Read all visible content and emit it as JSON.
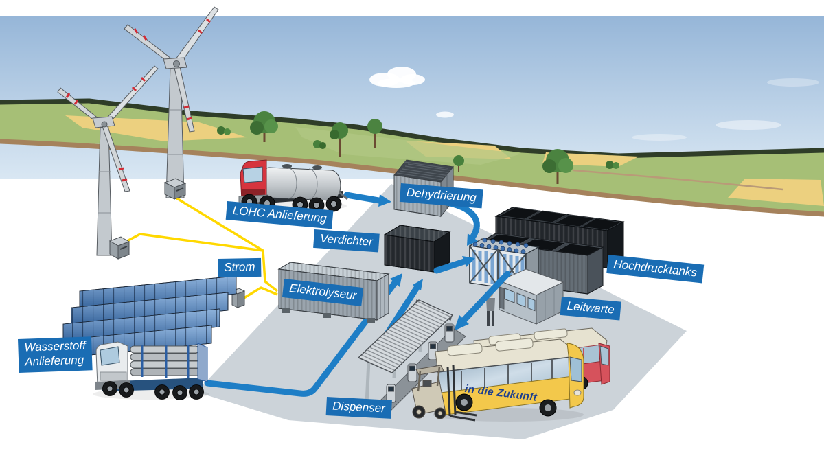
{
  "labels": {
    "lohc": "LOHC Anlieferung",
    "dehydrierung": "Dehydrierung",
    "verdichter": "Verdichter",
    "strom": "Strom",
    "elektrolyseur": "Elektrolyseur",
    "wasserstoff": "Wasserstoff\nAnlieferung",
    "hochdrucktanks": "Hochdrucktanks",
    "leitwarte": "Leitwarte",
    "dispenser": "Dispenser"
  },
  "bus": {
    "slogan": "in die Zukunft"
  },
  "colors": {
    "label_blue": "#1a6db4",
    "flow_arrow_blue": "#1e7ec6",
    "power_line_yellow": "#ffd800",
    "platform_gray": "#ccd3d9",
    "bus_yellow": "#f3c84b",
    "bus_red": "#d6525c"
  }
}
